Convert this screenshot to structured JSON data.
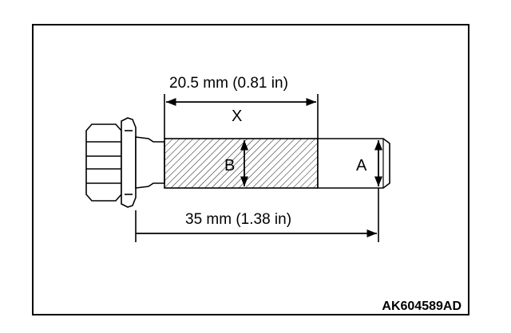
{
  "diagram": {
    "dimension_top": "20.5 mm (0.81 in)",
    "dimension_bottom": "35 mm (1.38 in)",
    "label_x": "X",
    "label_a": "A",
    "label_b": "B",
    "reference_code": "AK604589AD"
  }
}
